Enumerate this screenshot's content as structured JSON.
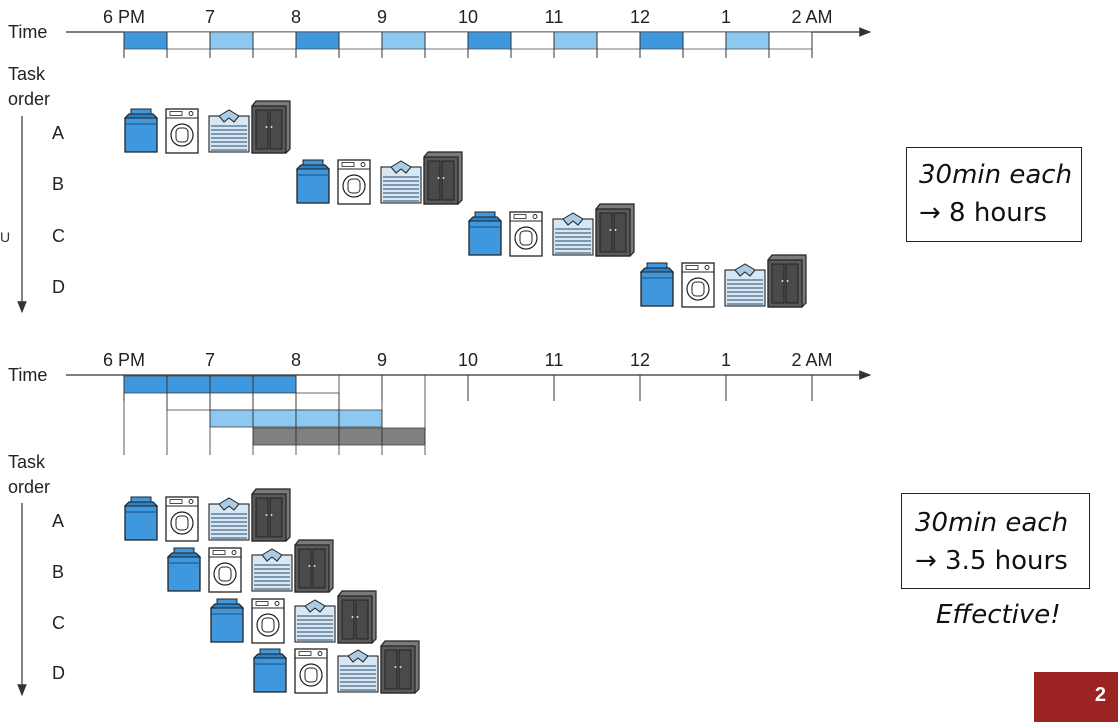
{
  "top_diagram": {
    "time_label": "Time",
    "task_order_label": [
      "Task",
      "order"
    ],
    "time_ticks": [
      "6 PM",
      "7",
      "8",
      "9",
      "10",
      "11",
      "12",
      "1",
      "2 AM"
    ],
    "tasks": [
      "A",
      "B",
      "C",
      "D"
    ],
    "note": {
      "line1": "30min each",
      "line2": "→ 8 hours"
    }
  },
  "bottom_diagram": {
    "time_label": "Time",
    "task_order_label": [
      "Task",
      "order"
    ],
    "time_ticks": [
      "6 PM",
      "7",
      "8",
      "9",
      "10",
      "11",
      "12",
      "1",
      "2 AM"
    ],
    "tasks": [
      "A",
      "B",
      "C",
      "D"
    ],
    "note": {
      "line1": "30min each",
      "line2": "→ 3.5 hours"
    },
    "verdict": "Effective!"
  },
  "stage_icons": [
    "washer-icon",
    "dryer-icon",
    "folded-clothes-icon",
    "closet-icon"
  ],
  "colors": {
    "washer": "#3f97dd",
    "slot_light": "#8cc8ef",
    "closet": "#808080",
    "badge": "#9b2422"
  },
  "page_number": "2",
  "stray_label": "U"
}
